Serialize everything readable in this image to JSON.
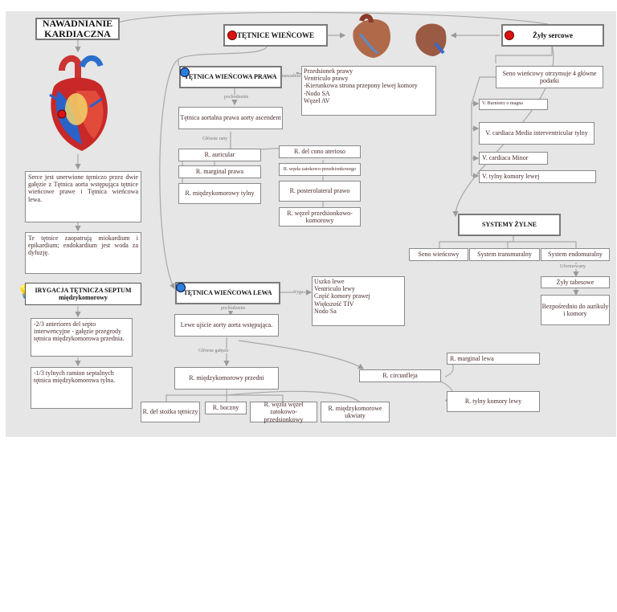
{
  "title": "NAWADNIANIE KARDIACZNA",
  "coronary_arteries": "TĘTNICE WIEŃCOWE",
  "heart_veins": "Żyły sercowe",
  "right_artery": "TĘTNICA WIEŃCOWA PRAWA",
  "right_artery_side_label": "nawadnia",
  "right_artery_supplies": [
    "Przedsionek prawy",
    "Ventriculo prawy",
    "-Kierunkowa strona przepony lewej komory",
    "-Nodo SA",
    "Węzeł AV"
  ],
  "origin_label": "pochodzenie",
  "right_origin": "Tętnica aortalna prawa aorty ascendent",
  "main_branches_label": "Główne rany",
  "right_branches_left": [
    "R. auricular",
    "R. marginal prawa",
    "R. międzykomorowy tylny"
  ],
  "right_branches_right": [
    "R. del cono aterioso",
    "R. węzła zatokowo-przedsionkowego",
    "R. posterolateral prawo",
    "R. węzeł przedsionkowo-komorowy"
  ],
  "heart_text_1": "Serce jest unerwione tęrniczo przez dwie gałęzie z Tętnica aorta wstępująca tętnice wieńcowe prawe i Tętnica wieńcowa lewa.",
  "heart_text_2": "Te tętnice zaopatrują miokardium i epikardium; endokardium jest woda za dyfuzję.",
  "septum_title": "IRYGACJA TĘTNICZA SEPTUM międzykomorowy",
  "septum_text_1": "-2/3 anteriores del septo interwencyjne - gałęzie przegrody tętnica międzykomorowa przednia.",
  "septum_text_2": "-1/3 tylnych ramion septalnych tętnica międzykomorowa tylna.",
  "left_artery": "TĘTNICA WIEŃCOWA LEWA",
  "left_artery_side_label": "Iryga",
  "left_artery_supplies": [
    "Uszko lewe",
    "Ventriculo lewy",
    "Część komory prawej",
    "Większość TIV",
    "Nodo Sa"
  ],
  "left_origin": "Lewe ujście aorty aorta wstępująca.",
  "main_branches_label_2": "Główne gałęzie",
  "left_interventricular": "R. międzykomorowy przedni",
  "left_bottom_branches": [
    "R. del stożka tętniczy",
    "R. boczny",
    "R. węzła węzeł zatokowo-przedsionkowy",
    "R. międzykomorowe ukwiaty"
  ],
  "circumflex": "R. circunfleja",
  "circumflex_branches": [
    "R. marginal lewa",
    "R. tylny komory lewy"
  ],
  "sinus_text": "Seno wieńcowy otrzymuje 4 główne podatki",
  "veins_list": [
    "V. Burnistrz o magna",
    "V. cardiaca Media interventricular tylny",
    "V. cardiaca Minor",
    "V. tylny komory lewej"
  ],
  "venous_systems": "SYSTEMY ŻYLNE",
  "venous_system_items": [
    "Seno wieńcowy",
    "System transmuralny",
    "System endomuralny"
  ],
  "formed_label": "Uformowany",
  "thebesian": "Żyły tabesowe",
  "thebesian_detail": "Bezpośrednio do aurikuly i komory"
}
